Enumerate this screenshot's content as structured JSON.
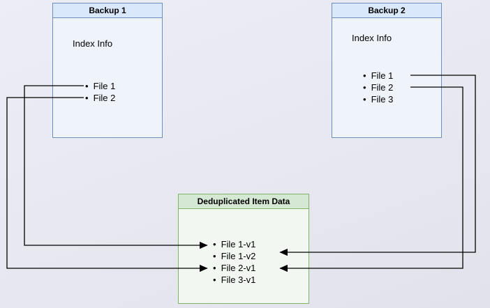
{
  "backup1": {
    "title": "Backup 1",
    "index_label": "Index Info",
    "files": [
      "File 1",
      "File 2"
    ]
  },
  "backup2": {
    "title": "Backup 2",
    "index_label": "Index Info",
    "files": [
      "File 1",
      "File 2",
      "File 3"
    ]
  },
  "dedup": {
    "title": "Deduplicated Item Data",
    "items": [
      "File 1-v1",
      "File 1-v2",
      "File 2-v1",
      "File 3-v1"
    ]
  },
  "connections": [
    {
      "from": "Backup 1 / File 1",
      "to": "File 1-v1"
    },
    {
      "from": "Backup 1 / File 2",
      "to": "File 2-v1"
    },
    {
      "from": "Backup 2 / File 1",
      "to": "File 1-v2"
    },
    {
      "from": "Backup 2 / File 2",
      "to": "File 2-v1"
    }
  ],
  "colors": {
    "background": "#e9e9f2",
    "backup_border": "#6c8ebf",
    "backup_header_fill": "#dae8fc",
    "backup_body_fill": "#eff3fa",
    "dedup_border": "#82b366",
    "dedup_header_fill": "#d5e8d4",
    "dedup_body_fill": "#f2f8f1",
    "arrow": "#000000"
  }
}
